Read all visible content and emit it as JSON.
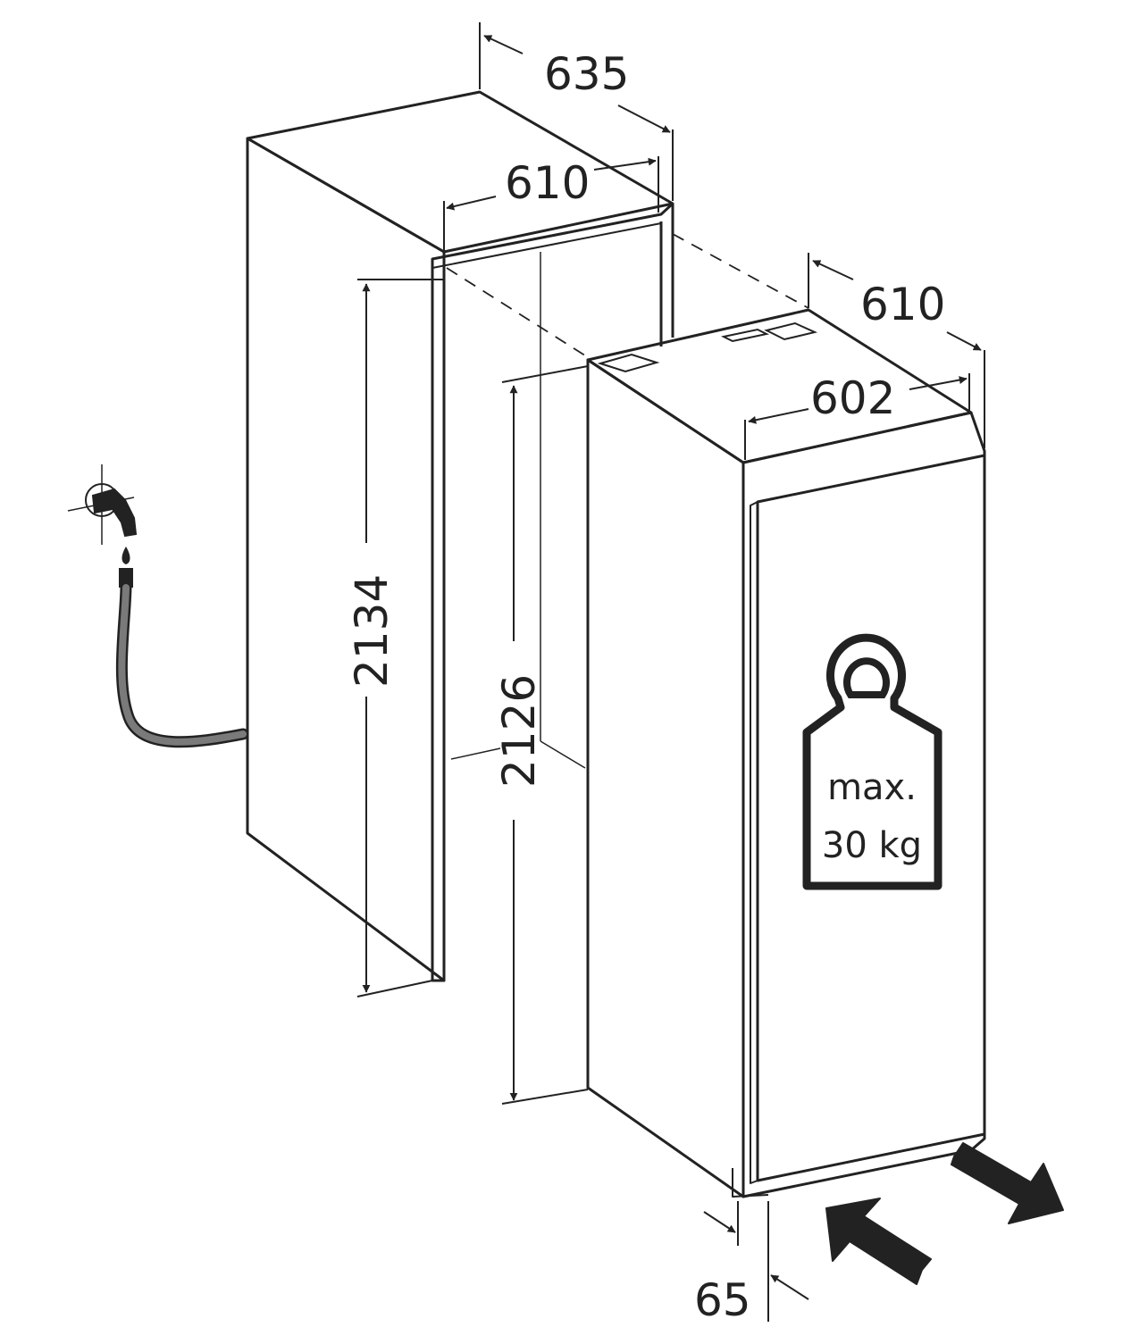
{
  "colors": {
    "line": "#222222",
    "hose": "#7a7a7a",
    "background": "#ffffff"
  },
  "dimensions": {
    "niche_depth": "635",
    "niche_width": "610",
    "niche_height": "2134",
    "appliance_height": "2126",
    "appliance_depth": "610",
    "appliance_width": "602",
    "door_offset": "65"
  },
  "door_weight": {
    "line1": "max.",
    "line2": "30 kg"
  },
  "icons": [
    "water-tap-icon",
    "weight-icon",
    "insert-direction-arrow-icon",
    "remove-direction-arrow-icon"
  ]
}
